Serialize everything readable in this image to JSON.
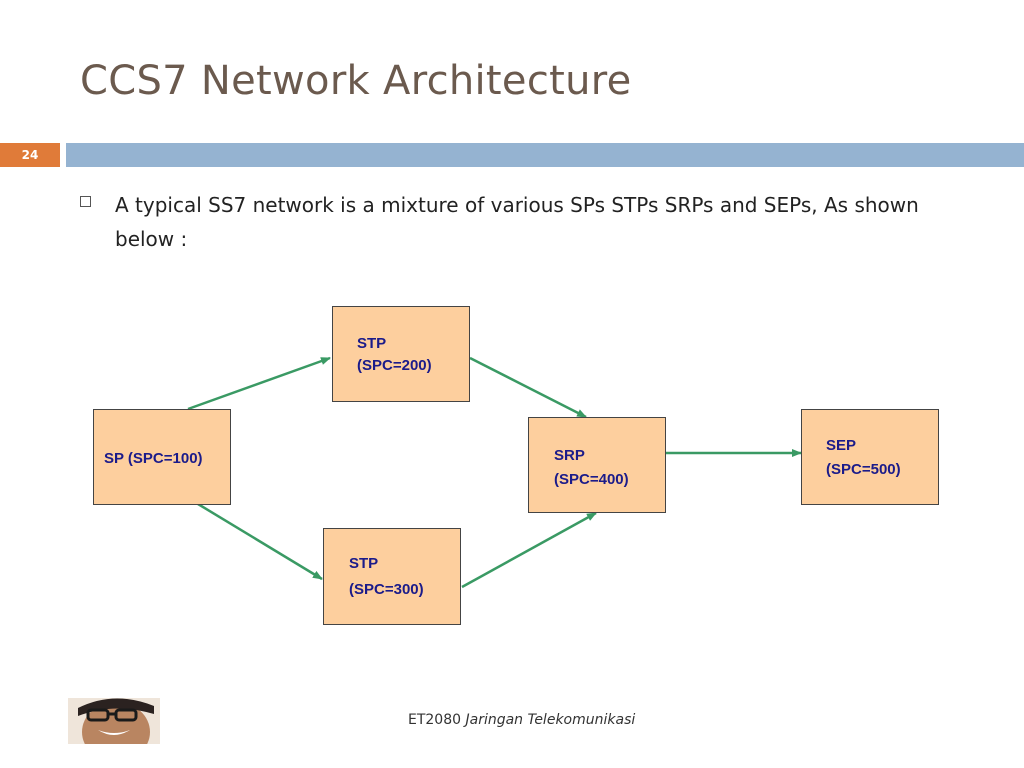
{
  "slide": {
    "title": "CCS7 Network Architecture",
    "slide_number": "24",
    "bullet_text": "A typical SS7 network is a mixture of various SPs STPs SRPs and SEPs, As shown below :",
    "footer_code": "ET2080",
    "footer_course": "Jaringan Telekomunikasi"
  },
  "diagram": {
    "nodes": [
      {
        "id": "sp",
        "label": "SP (SPC=100)"
      },
      {
        "id": "stp200",
        "label": "STP\n(SPC=200)"
      },
      {
        "id": "stp300",
        "label": "STP\n(SPC=300)"
      },
      {
        "id": "srp",
        "label": "SRP\n(SPC=400)"
      },
      {
        "id": "sep",
        "label": "SEP\n(SPC=500)"
      }
    ],
    "edges": [
      {
        "from": "sp",
        "to": "stp200"
      },
      {
        "from": "sp",
        "to": "stp300"
      },
      {
        "from": "stp200",
        "to": "srp"
      },
      {
        "from": "stp300",
        "to": "srp"
      },
      {
        "from": "srp",
        "to": "sep"
      }
    ],
    "colors": {
      "node_fill": "#fdcf9e",
      "arrow": "#3a9a64",
      "label": "#1b1b8a"
    }
  }
}
